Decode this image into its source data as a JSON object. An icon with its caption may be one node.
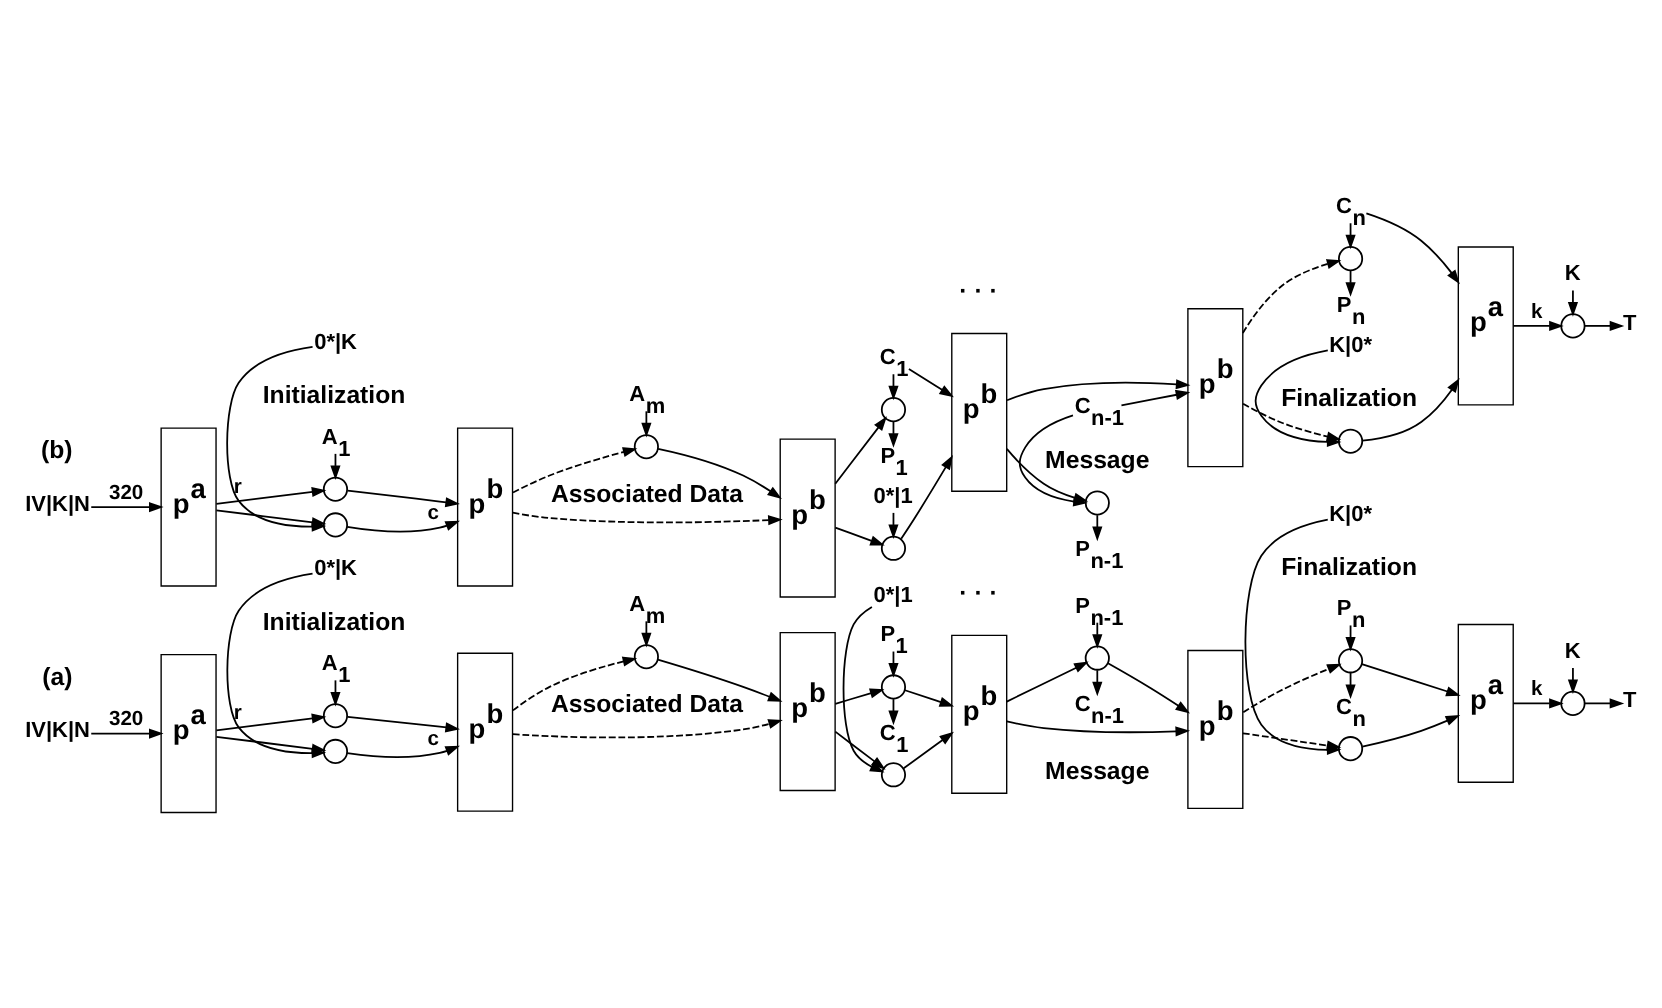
{
  "diagram": {
    "nodes": [
      {
        "text": [
          "IV|K|N"
        ]
      },
      {
        "text": [
          "p$^{a}$"
        ]
      },
      {
        "text": [],
        "shape": "circle"
      },
      {
        "text": [
          "A$_{1}$"
        ]
      },
      {
        "text": [],
        "shape": "circle"
      },
      {
        "text": [
          "0*|K"
        ]
      },
      {
        "text": [
          "p$^{b}$"
        ]
      },
      {
        "text": [],
        "shape": "circle"
      },
      {
        "text": [
          "A$_{m}$"
        ]
      },
      {
        "text": [
          "p$^{b}$"
        ]
      },
      {
        "text": [],
        "shape": "circle"
      },
      {
        "text": [
          "P$_{1}$"
        ]
      },
      {
        "text": [
          "C$_{1}$"
        ]
      },
      {
        "text": [],
        "shape": "circle"
      },
      {
        "text": [
          "0*|1"
        ]
      },
      {
        "text": [
          "p$^{b}$"
        ]
      },
      {
        "text": [],
        "shape": "circle"
      },
      {
        "text": [
          "P$_{n-1}$"
        ]
      },
      {
        "text": [
          "C$_{n-1}$"
        ]
      },
      {
        "text": [
          "p$^{b}$"
        ]
      },
      {
        "text": [],
        "shape": "circle"
      },
      {
        "text": [
          "P$_{n}$"
        ]
      },
      {
        "text": [
          "C$_{n}$"
        ]
      },
      {
        "text": [],
        "shape": "circle"
      },
      {
        "text": [
          "K|0*"
        ]
      },
      {
        "text": [
          "p$^{a}$"
        ]
      },
      {
        "text": [],
        "shape": "circle"
      },
      {
        "text": [
          "K"
        ]
      },
      {
        "text": [
          "T"
        ]
      },
      {
        "text": [
          "IV|K|N"
        ]
      },
      {
        "text": [
          "p$^{a}$"
        ]
      },
      {
        "text": [],
        "shape": "circle"
      },
      {
        "text": [
          "A$_{1}$"
        ]
      },
      {
        "text": [],
        "shape": "circle"
      },
      {
        "text": [
          "0*|K"
        ]
      },
      {
        "text": [
          "p$^{b}$"
        ]
      },
      {
        "text": [],
        "shape": "circle"
      },
      {
        "text": [
          "A$_{m}$"
        ]
      },
      {
        "text": [
          "p$^{b}$"
        ]
      },
      {
        "text": [],
        "shape": "circle"
      },
      {
        "text": [
          "P$_{1}$"
        ]
      },
      {
        "text": [
          "C$_{1}$"
        ]
      },
      {
        "text": [],
        "shape": "circle"
      },
      {
        "text": [
          "0*|1"
        ]
      },
      {
        "text": [
          "p$^{b}$"
        ]
      },
      {
        "text": [],
        "shape": "circle"
      },
      {
        "text": [
          "P$_{n-1}$"
        ]
      },
      {
        "text": [
          "C$_{n-1}$"
        ]
      },
      {
        "text": [
          "p$^{b}$"
        ]
      },
      {
        "text": [],
        "shape": "circle"
      },
      {
        "text": [
          "P$_{n}$"
        ]
      },
      {
        "text": [
          "C$_{n}$"
        ]
      },
      {
        "text": [],
        "shape": "circle"
      },
      {
        "text": [
          "K|0*"
        ]
      },
      {
        "text": [
          "p$^{a}$"
        ]
      },
      {
        "text": [],
        "shape": "circle"
      },
      {
        "text": [
          "K"
        ]
      },
      {
        "text": [
          "T"
        ]
      }
    ],
    "edges": [
      {
        "from": 0,
        "to": 1,
        "arrow": "to",
        "label": "320"
      },
      {
        "from": 1,
        "to": 2,
        "arrow": "to",
        "label": "r"
      },
      {
        "from": 3,
        "to": 2,
        "arrow": "to"
      },
      {
        "from": 1,
        "to": 4,
        "arrow": "to"
      },
      {
        "from": 5,
        "to": 4,
        "arrow": "to"
      },
      {
        "from": 2,
        "to": 6,
        "arrow": "to"
      },
      {
        "from": 4,
        "to": 6,
        "arrow": "to",
        "label": "c"
      },
      {
        "from": 6,
        "to": 7,
        "arrow": "to",
        "style": "dashed"
      },
      {
        "from": 8,
        "to": 7,
        "arrow": "to"
      },
      {
        "from": 7,
        "to": 9,
        "arrow": "to"
      },
      {
        "from": 6,
        "to": 9,
        "arrow": "to",
        "style": "dashed"
      },
      {
        "from": 9,
        "to": 10,
        "arrow": "to"
      },
      {
        "from": 11,
        "to": 10,
        "arrow": "to"
      },
      {
        "from": 10,
        "to": 12,
        "arrow": "to"
      },
      {
        "from": 10,
        "to": 15,
        "arrow": "to"
      },
      {
        "from": 9,
        "to": 13,
        "arrow": "to"
      },
      {
        "from": 14,
        "to": 13,
        "arrow": "to"
      },
      {
        "from": 13,
        "to": 15,
        "arrow": "to"
      },
      {
        "from": 15,
        "to": 16,
        "arrow": "to"
      },
      {
        "from": 17,
        "to": 16,
        "arrow": "to"
      },
      {
        "from": 16,
        "to": 18,
        "arrow": "to"
      },
      {
        "from": 16,
        "to": 19,
        "arrow": "to"
      },
      {
        "from": 15,
        "to": 19,
        "arrow": "to"
      },
      {
        "from": 19,
        "to": 20,
        "arrow": "to",
        "style": "dashed"
      },
      {
        "from": 21,
        "to": 20,
        "arrow": "to"
      },
      {
        "from": 20,
        "to": 22,
        "arrow": "to"
      },
      {
        "from": 20,
        "to": 25,
        "arrow": "to"
      },
      {
        "from": 19,
        "to": 23,
        "arrow": "to",
        "style": "dashed"
      },
      {
        "from": 24,
        "to": 23,
        "arrow": "to"
      },
      {
        "from": 23,
        "to": 25,
        "arrow": "to"
      },
      {
        "from": 25,
        "to": 26,
        "arrow": "to",
        "label": "k"
      },
      {
        "from": 27,
        "to": 26,
        "arrow": "to"
      },
      {
        "from": 26,
        "to": 28,
        "arrow": "to"
      },
      {
        "from": 29,
        "to": 30,
        "arrow": "to",
        "label": "320"
      },
      {
        "from": 30,
        "to": 31,
        "arrow": "to",
        "label": "r"
      },
      {
        "from": 32,
        "to": 31,
        "arrow": "to"
      },
      {
        "from": 30,
        "to": 33,
        "arrow": "to"
      },
      {
        "from": 34,
        "to": 33,
        "arrow": "to"
      },
      {
        "from": 31,
        "to": 35,
        "arrow": "to"
      },
      {
        "from": 33,
        "to": 35,
        "arrow": "to",
        "label": "c"
      },
      {
        "from": 35,
        "to": 36,
        "arrow": "to",
        "style": "dashed"
      },
      {
        "from": 37,
        "to": 36,
        "arrow": "to"
      },
      {
        "from": 36,
        "to": 38,
        "arrow": "to"
      },
      {
        "from": 35,
        "to": 38,
        "arrow": "to",
        "style": "dashed"
      },
      {
        "from": 38,
        "to": 39,
        "arrow": "to"
      },
      {
        "from": 39,
        "to": 40,
        "arrow": "to"
      },
      {
        "from": 41,
        "to": 39,
        "arrow": "to"
      },
      {
        "from": 41,
        "to": 44,
        "arrow": "to"
      },
      {
        "from": 38,
        "to": 42,
        "arrow": "to"
      },
      {
        "from": 43,
        "to": 42,
        "arrow": "to"
      },
      {
        "from": 42,
        "to": 44,
        "arrow": "to"
      },
      {
        "from": 44,
        "to": 45,
        "arrow": "to"
      },
      {
        "from": 45,
        "to": 46,
        "arrow": "to"
      },
      {
        "from": 47,
        "to": 45,
        "arrow": "to"
      },
      {
        "from": 47,
        "to": 48,
        "arrow": "to"
      },
      {
        "from": 44,
        "to": 48,
        "arrow": "to"
      },
      {
        "from": 48,
        "to": 49,
        "arrow": "to",
        "style": "dashed"
      },
      {
        "from": 49,
        "to": 50,
        "arrow": "to"
      },
      {
        "from": 51,
        "to": 49,
        "arrow": "to"
      },
      {
        "from": 51,
        "to": 54,
        "arrow": "to"
      },
      {
        "from": 48,
        "to": 52,
        "arrow": "to",
        "style": "dashed"
      },
      {
        "from": 53,
        "to": 52,
        "arrow": "to"
      },
      {
        "from": 52,
        "to": 54,
        "arrow": "to"
      },
      {
        "from": 54,
        "to": 55,
        "arrow": "to",
        "label": "k"
      },
      {
        "from": 56,
        "to": 55,
        "arrow": "to"
      },
      {
        "from": 55,
        "to": 57,
        "arrow": "to"
      }
    ],
    "labels": [
      "(a)",
      "· · ·",
      "Initialization",
      "Associated Data",
      "Message",
      "Finalization",
      "(b)",
      "· · ·",
      "Initialization",
      "Associated Data",
      "Message",
      "Finalization"
    ]
  }
}
